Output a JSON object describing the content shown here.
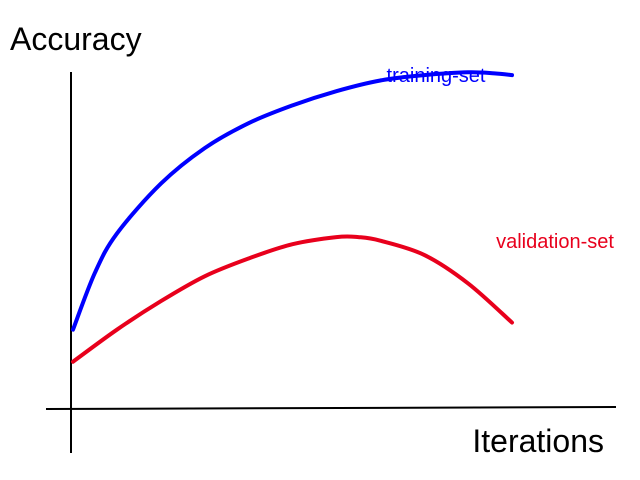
{
  "chart_data": {
    "type": "line",
    "title": "",
    "xlabel": "Iterations",
    "ylabel": "Accuracy",
    "xlim": [
      0,
      100
    ],
    "ylim": [
      0,
      100
    ],
    "grid": false,
    "ticks": false,
    "series": [
      {
        "name": "training-set",
        "color": "#0000ff",
        "x": [
          0,
          5,
          10,
          20,
          30,
          40,
          50,
          60,
          70,
          80,
          90,
          96,
          100
        ],
        "y": [
          22,
          38,
          49,
          63,
          73,
          80,
          85,
          89,
          92,
          93.5,
          94.3,
          94,
          93.5
        ]
      },
      {
        "name": "validation-set",
        "color": "#e8001c",
        "x": [
          0,
          10,
          20,
          30,
          40,
          50,
          60,
          65,
          70,
          80,
          90,
          100
        ],
        "y": [
          13,
          22,
          30,
          37,
          42,
          46,
          48,
          48,
          47,
          43,
          35,
          24
        ]
      }
    ]
  }
}
